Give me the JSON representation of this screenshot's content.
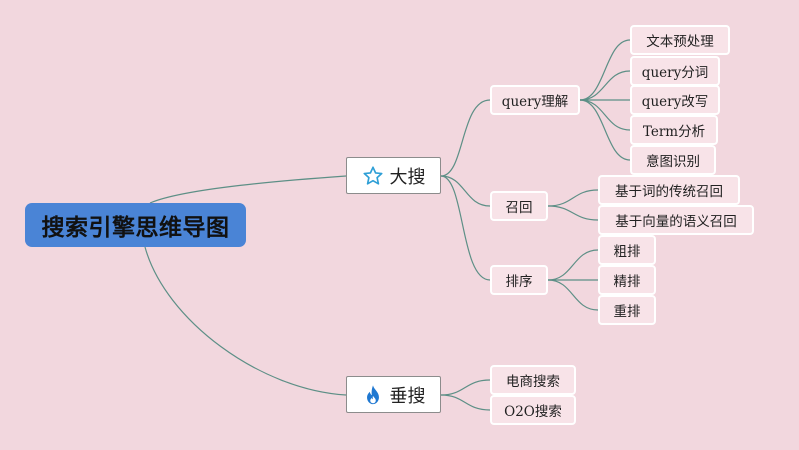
{
  "root": {
    "label": "搜索引擎思维导图"
  },
  "branches": {
    "dasou": {
      "label": "大搜",
      "icon": "star-icon",
      "children": {
        "query": {
          "label": "query理解",
          "children": [
            "文本预处理",
            "query分词",
            "query改写",
            "Term分析",
            "意图识别"
          ]
        },
        "recall": {
          "label": "召回",
          "children": [
            "基于词的传统召回",
            "基于向量的语义召回"
          ]
        },
        "rank": {
          "label": "排序",
          "children": [
            "粗排",
            "精排",
            "重排"
          ]
        }
      }
    },
    "vertical": {
      "label": "垂搜",
      "icon": "fire-icon",
      "children": [
        "电商搜索",
        "O2O搜索"
      ]
    }
  },
  "colors": {
    "background": "#f2d7de",
    "root": "#4a84d6",
    "connector": "#5d8f86",
    "star": "#2e9fd6",
    "fire": "#1f78d1"
  }
}
